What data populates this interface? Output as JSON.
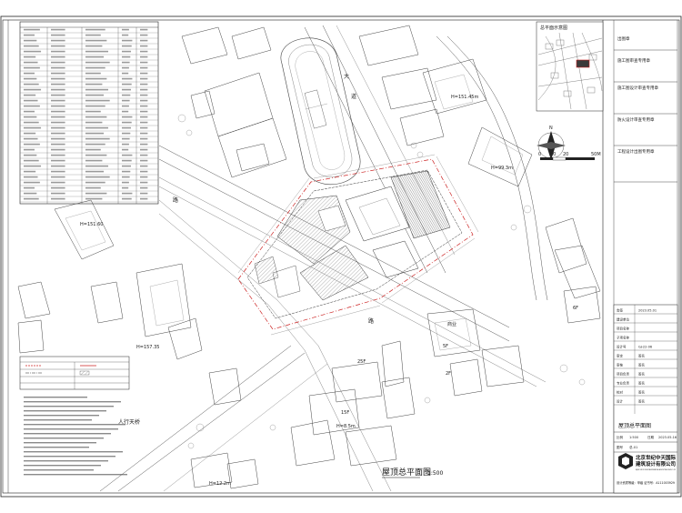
{
  "sheet": {
    "drawing_title": "屋顶总平面图",
    "drawing_scale": "1:500",
    "company_cn_line1": "北京世纪中天国际",
    "company_cn_line2": "建筑设计有限公司",
    "company_en": "BEIJING CENTURY ZHONGTIAN INTERNATIONAL ARCHITECTURAL DESIGN CO.,LTD",
    "certificate": "设计资质等级：甲级 证书号：A111003929"
  },
  "map_labels": {
    "pedestrian_bridge": "人行天桥",
    "h_151_45": "H=151.45m",
    "h_157_35": "H=157.35",
    "h_151_60": "H=151.60",
    "tall_right": "H=99.3m",
    "dist_25f": "25F",
    "dist_5f": "5F",
    "dist_15f": "15F",
    "dist_6f": "6F",
    "dist_2f": "2F",
    "h_8_5": "H=8.5m",
    "h_12": "H=12.2m",
    "road_north": "道",
    "road_west": "路",
    "road_south": "路",
    "rd_a": "大",
    "rd_b": "道",
    "pref_b": "商业"
  },
  "right_panel": {
    "keyplan_title": "总平面示意图",
    "stamp_1": "出图章",
    "stamp_2": "施工图审查专用章",
    "stamp_3": "施工图设计审查专用章",
    "stamp_4": "防火设计审查专用章",
    "stamp_5": "工程设计出图专用章",
    "scalebar_labels": [
      "0",
      "10",
      "20",
      "50M"
    ],
    "compass_n": "N"
  },
  "title_block": {
    "rows": [
      {
        "label": "会签",
        "value": "2023.05.01"
      },
      {
        "label": "建设单位",
        "value": ""
      },
      {
        "label": "项目名称",
        "value": ""
      },
      {
        "label": "子项名称",
        "value": ""
      },
      {
        "label": "设计号",
        "value": "GJ-22-06"
      },
      {
        "label": "审定",
        "value": "签名"
      },
      {
        "label": "审核",
        "value": "签名"
      },
      {
        "label": "项目负责",
        "value": "签名"
      },
      {
        "label": "专业负责",
        "value": "签名"
      },
      {
        "label": "校对",
        "value": "签名"
      },
      {
        "label": "设计",
        "value": "签名"
      }
    ],
    "sheet_name": "屋顶总平面图",
    "scale_label": "比例",
    "scale_value": "1:500",
    "date_label": "日期",
    "date_value": "2023.05.16",
    "drawing_no_label": "图号",
    "drawing_no": "总-01"
  },
  "left_tables": {
    "upper_title": "主要技术经济指标",
    "lower_title": "图例",
    "notes_title": "说明"
  },
  "colors": {
    "line": "#333333",
    "fine": "#888888",
    "hatch": "#555555",
    "accent_red": "#cc2222"
  }
}
